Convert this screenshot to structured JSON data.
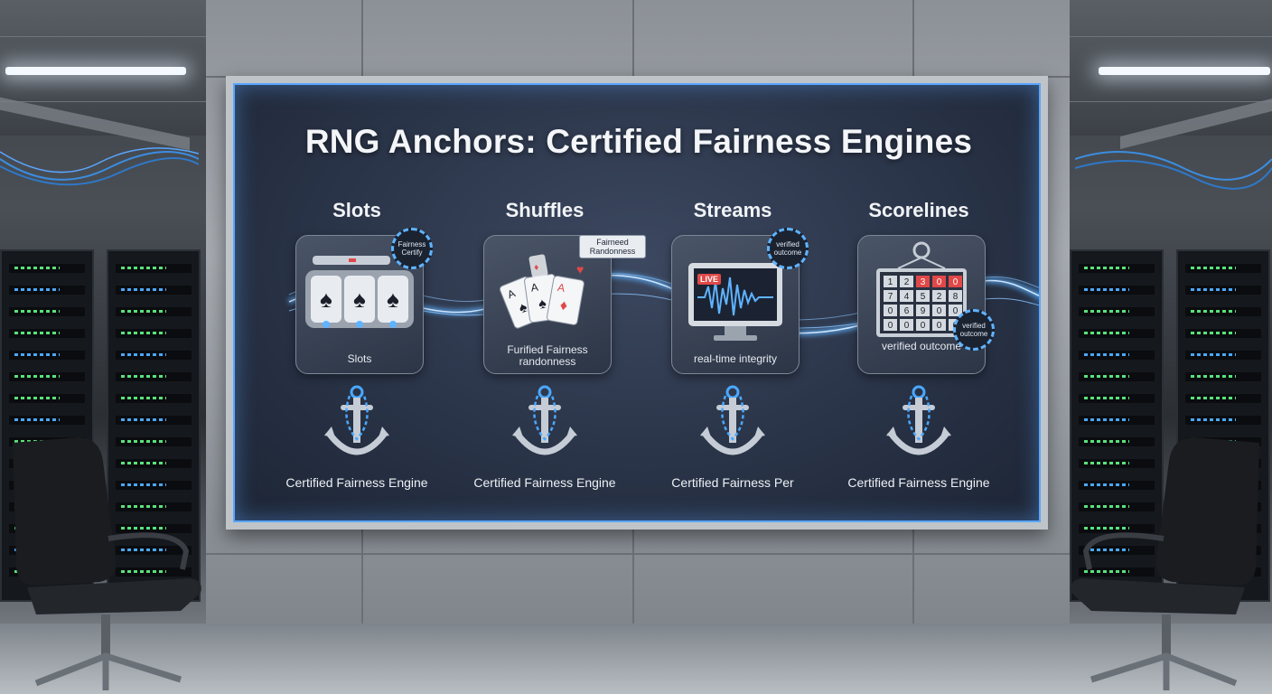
{
  "board": {
    "title": "RNG Anchors: Certified Fairness Engines",
    "columns": [
      {
        "label": "Slots",
        "card_caption": "Slots",
        "badge": "Fairness Certify",
        "engine_label": "Certified Fairness Engine"
      },
      {
        "label": "Shuffles",
        "card_caption": "Furified Fairness randonness",
        "tag": "Fairneed Randonness",
        "engine_label": "Certified Fairness Engine"
      },
      {
        "label": "Streams",
        "card_caption": "real-time integrity",
        "badge": "verified outcome",
        "live_label": "LIVE",
        "engine_label": "Certified Fairness Per"
      },
      {
        "label": "Scorelines",
        "card_caption": "verified outcome",
        "badge": "verified outcome",
        "engine_label": "Certified Fairness Engine"
      }
    ]
  },
  "colors": {
    "board_bg": "#2a3448",
    "board_border": "#5aa6ff",
    "glow": "#5fb3ff",
    "text": "#f3f5f8",
    "led_green": "#58e37b",
    "led_blue": "#4aa8ff",
    "score_red": "#e04848"
  },
  "icons": [
    "slot-machine-icon",
    "playing-cards-icon",
    "monitor-waveform-icon",
    "scoreboard-icon",
    "anchor-chain-icon",
    "certification-seal-icon"
  ]
}
